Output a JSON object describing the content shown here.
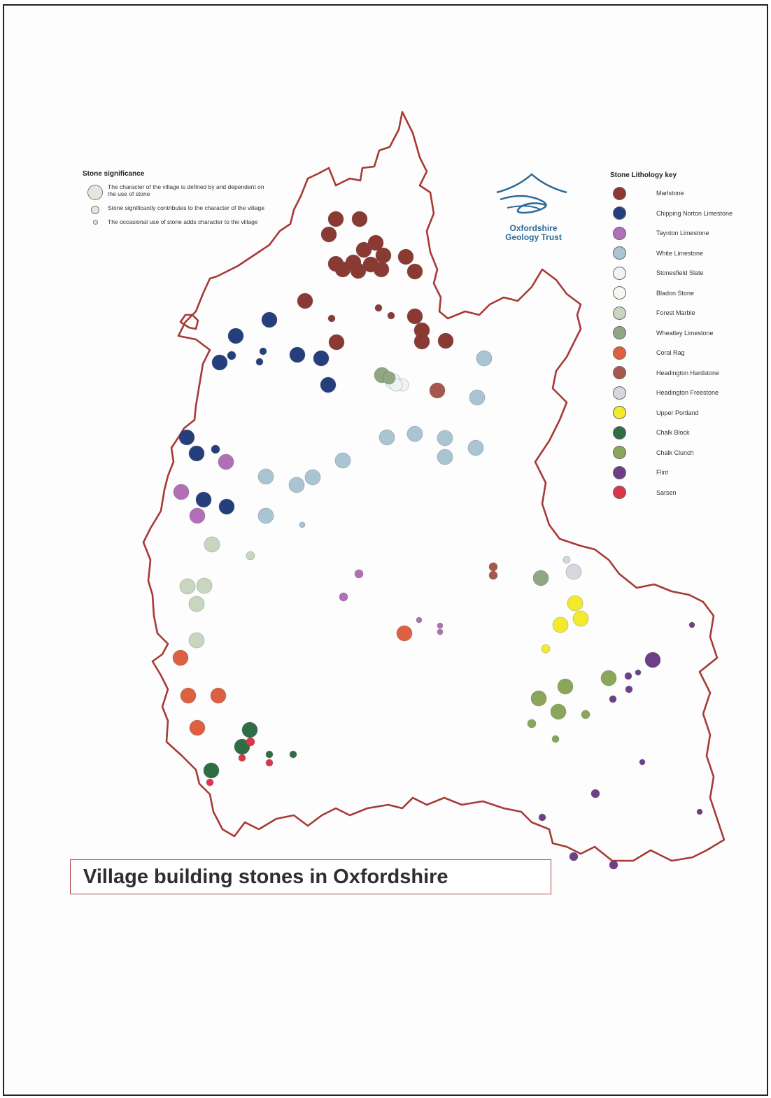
{
  "title": "Village building stones in Oxfordshire",
  "logo": {
    "line1": "Oxfordshire",
    "line2": "Geology Trust",
    "icon": "geology-trust-logo-icon"
  },
  "significance": {
    "title": "Stone significance",
    "items": [
      {
        "text": "The character of the village is defined by and dependent on the use of stone"
      },
      {
        "text": "Stone significantly contributes to the character of the village"
      },
      {
        "text": "The occasional use of stone adds character to the village"
      }
    ]
  },
  "lithology": {
    "title": "Stone Lithology key",
    "items": [
      {
        "label": "Marlstone",
        "color": "#8b3a33"
      },
      {
        "label": "Chipping Norton Limestone",
        "color": "#253f7d"
      },
      {
        "label": "Taynton Limestone",
        "color": "#b06fb6"
      },
      {
        "label": "White Limestone",
        "color": "#a9c5d3"
      },
      {
        "label": "Stonesfield Slate",
        "color": "#eef3f5"
      },
      {
        "label": "Bladon Stone",
        "color": "#f4f8f0"
      },
      {
        "label": "Forest Marble",
        "color": "#c8d6c0"
      },
      {
        "label": "Wheatley Limestone",
        "color": "#8fa783"
      },
      {
        "label": "Coral Rag",
        "color": "#dd6040"
      },
      {
        "label": "Headington Hardstone",
        "color": "#a9574e"
      },
      {
        "label": "Headington Freestone",
        "color": "#d8d6df"
      },
      {
        "label": "Upper Portland",
        "color": "#f3ea2c"
      },
      {
        "label": "Chalk Block",
        "color": "#2f6e45"
      },
      {
        "label": "Chalk Clunch",
        "color": "#8aa658"
      },
      {
        "label": "Flint",
        "color": "#6e3f88"
      },
      {
        "label": "Sarsen",
        "color": "#e0344a"
      }
    ]
  },
  "map": {
    "outline_color": "#a63a35"
  }
}
